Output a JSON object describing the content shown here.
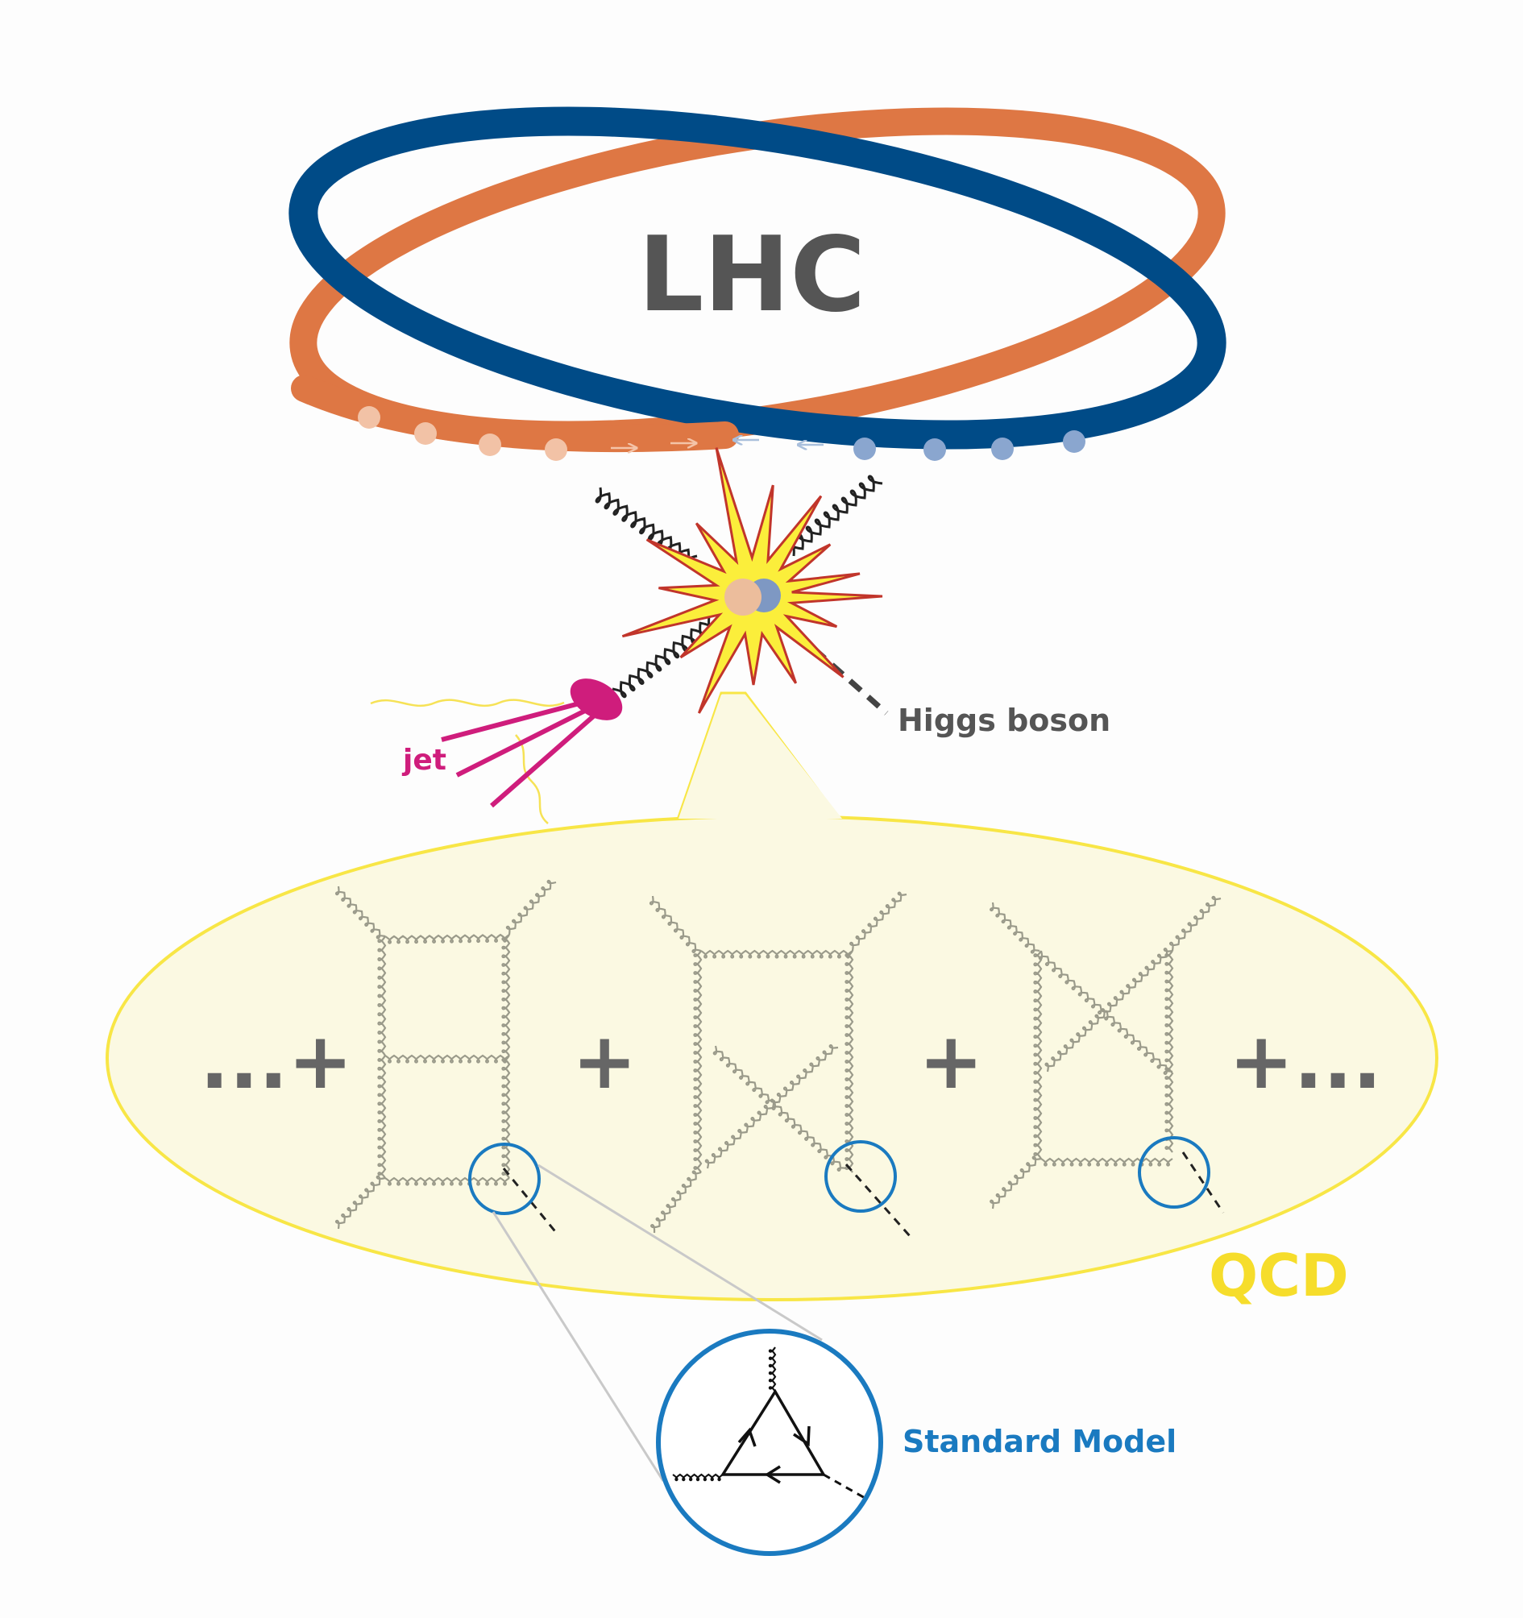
{
  "title": "LHC",
  "labels": {
    "higgs": "Higgs boson",
    "jet": "jet",
    "qcd": "QCD",
    "standard_model": "Standard Model"
  },
  "equation": {
    "prefix": "...+",
    "plus": "+",
    "suffix": "+..."
  },
  "colors": {
    "ring_orange": "#de7744",
    "ring_blue": "#004b87",
    "explosion_fill": "#fbee3b",
    "explosion_stroke": "#c1352b",
    "jet": "#cf1d7c",
    "qcd_fill": "#fbf9e2",
    "qcd_stroke": "#f8e646",
    "qcd_text": "#f6dd2b",
    "standard_model": "#1a7ac0",
    "text_gray": "#555555"
  }
}
